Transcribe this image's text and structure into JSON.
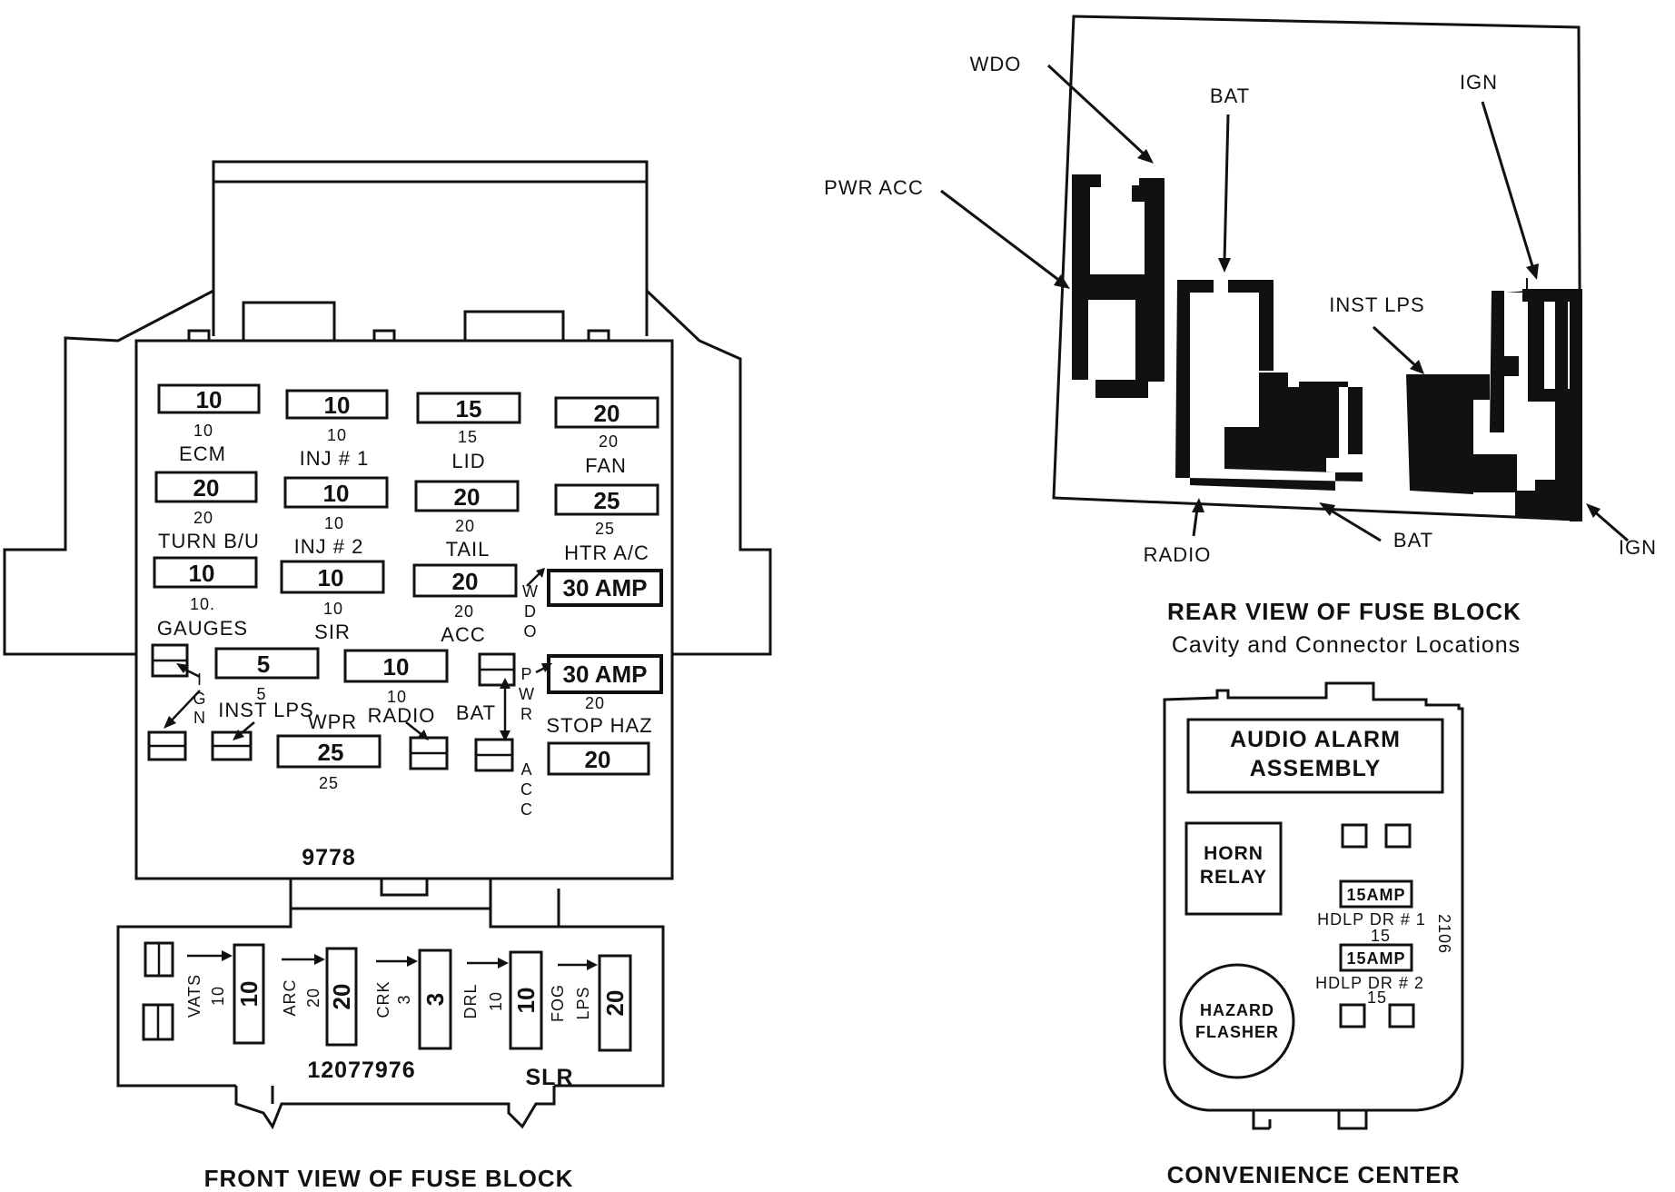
{
  "front_view": {
    "caption": "FRONT VIEW OF FUSE BLOCK",
    "part_number": "9778",
    "fuses": [
      {
        "value": "10",
        "rating": "10",
        "name": "ECM"
      },
      {
        "value": "10",
        "rating": "10",
        "name": "INJ # 1"
      },
      {
        "value": "15",
        "rating": "15",
        "name": "LID"
      },
      {
        "value": "20",
        "rating": "20",
        "name": "FAN"
      },
      {
        "value": "20",
        "rating": "20",
        "name": "TURN B/U"
      },
      {
        "value": "10",
        "rating": "10",
        "name": "INJ # 2"
      },
      {
        "value": "20",
        "rating": "20",
        "name": "TAIL"
      },
      {
        "value": "25",
        "rating": "25",
        "name": "HTR A/C"
      },
      {
        "value": "10",
        "rating": "10.",
        "name": "GAUGES"
      },
      {
        "value": "10",
        "rating": "10",
        "name": "SIR"
      },
      {
        "value": "20",
        "rating": "20",
        "name": "ACC"
      },
      {
        "value": "30 AMP",
        "rating": "",
        "name": ""
      },
      {
        "value": "5",
        "rating": "5",
        "name": "INST LPS"
      },
      {
        "value": "10",
        "rating": "10",
        "name": "RADIO"
      },
      {
        "value": "30 AMP",
        "rating": "20",
        "name": "STOP HAZ"
      },
      {
        "value": "25",
        "rating": "25",
        "name": "WPR"
      },
      {
        "value": "20",
        "rating": "",
        "name": ""
      }
    ],
    "labels": {
      "bat": "BAT",
      "ign_vertical": [
        "I",
        "G",
        "N"
      ],
      "wdo_vertical": [
        "W",
        "D",
        "O"
      ],
      "pwr_acc_vertical": [
        "P",
        "W",
        "R",
        "A",
        "C",
        "C"
      ]
    },
    "lower_block": {
      "part_number": "12077976",
      "slr": "SLR",
      "fuses": [
        {
          "value": "10",
          "rating": "10",
          "name": "VATS"
        },
        {
          "value": "20",
          "rating": "20",
          "name": "ARC"
        },
        {
          "value": "3",
          "rating": "3",
          "name": "CRK"
        },
        {
          "value": "10",
          "rating": "10",
          "name": "DRL"
        },
        {
          "value": "20",
          "rating": "",
          "name": "FOG LPS"
        }
      ]
    }
  },
  "rear_view": {
    "caption": "REAR VIEW OF FUSE BLOCK",
    "subcaption": "Cavity and Connector Locations",
    "labels": {
      "wdo": "WDO",
      "bat_top": "BAT",
      "ign_top": "IGN",
      "pwr_acc": "PWR ACC",
      "inst_lps": "INST LPS",
      "radio": "RADIO",
      "bat_bottom": "BAT",
      "ign_right": "IGN"
    }
  },
  "convenience_center": {
    "caption": "CONVENIENCE CENTER",
    "audio_alarm": [
      "AUDIO ALARM",
      "ASSEMBLY"
    ],
    "horn_relay": [
      "HORN",
      "RELAY"
    ],
    "hazard_flasher": [
      "HAZARD",
      "FLASHER"
    ],
    "fuse1": {
      "value": "15AMP",
      "name": "HDLP DR # 1",
      "rating": "15"
    },
    "fuse2": {
      "value": "15AMP",
      "name": "HDLP DR # 2",
      "rating": "15"
    },
    "code": "2106"
  }
}
